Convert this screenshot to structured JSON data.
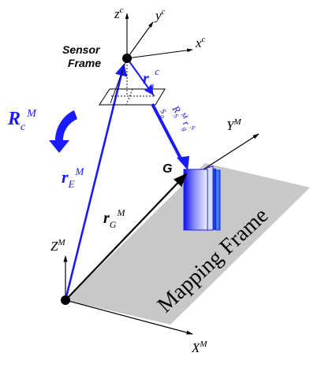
{
  "colors": {
    "blue": "#1a1aff",
    "blue_text": "#2222cc",
    "black": "#000000",
    "plane_gray": "#c8c8c8"
  },
  "sensor_frame": {
    "line1": "Sensor",
    "line2": "Frame",
    "axis_z": "z",
    "axis_y": "y",
    "axis_x": "x",
    "axis_sup": "c"
  },
  "mapping_frame": {
    "label": "Mapping Frame",
    "axis_z": "Z",
    "axis_y": "Y",
    "axis_x": "X",
    "axis_sup": "M"
  },
  "rotation": {
    "base": "R",
    "sub": "c",
    "sup": "M"
  },
  "vector_rE": {
    "base": "r",
    "sub": "E",
    "sup": "M"
  },
  "vector_rG": {
    "base": "r",
    "sub": "G",
    "sup": "M"
  },
  "vector_rgc": {
    "base": "r",
    "sub": "g",
    "sup": "c"
  },
  "vector_sg": {
    "base": "s",
    "sub": "g"
  },
  "product": {
    "r_base": "R",
    "r_sub": "S",
    "r_sup": "M",
    "v_base": "r",
    "v_sub": "g",
    "v_sup": "S"
  },
  "point_G": "G"
}
